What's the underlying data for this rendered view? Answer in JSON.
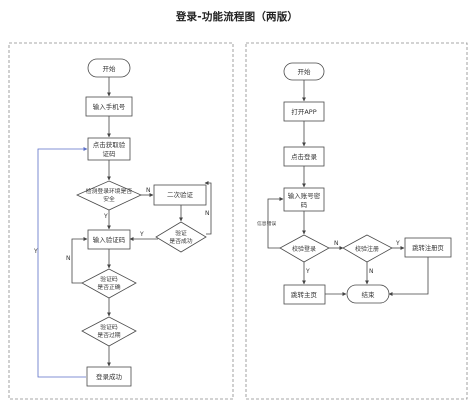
{
  "title": "登录-功能流程图（两版）",
  "left": {
    "start": "开始",
    "input_phone": "输入手机号",
    "get_code": [
      "点击获取验",
      "证码"
    ],
    "env_check": [
      "检测登录环境是否",
      "安全"
    ],
    "second_verify": "二次验证",
    "verify_ok": [
      "验证",
      "是否成功"
    ],
    "input_code": "输入验证码",
    "code_correct": [
      "验证码",
      "是否正确"
    ],
    "code_expired": [
      "验证码",
      "是否过期"
    ],
    "login_success": "登录成功",
    "labels": {
      "n1": "N",
      "y1": "Y",
      "y2": "Y",
      "n2": "N",
      "n3": "N",
      "y_loop": "Y"
    }
  },
  "right": {
    "start": "开始",
    "open_app": "打开APP",
    "click_login": "点击登录",
    "input_account": [
      "输入账号密",
      "码"
    ],
    "check_login": "校验登录",
    "check_register": "校验注册",
    "goto_register": "跳转注册页",
    "goto_home": "跳转主页",
    "end": "结束",
    "info_error": "信息错误",
    "labels": {
      "n1": "N",
      "y1": "Y",
      "y2": "Y",
      "n2": "N"
    }
  }
}
